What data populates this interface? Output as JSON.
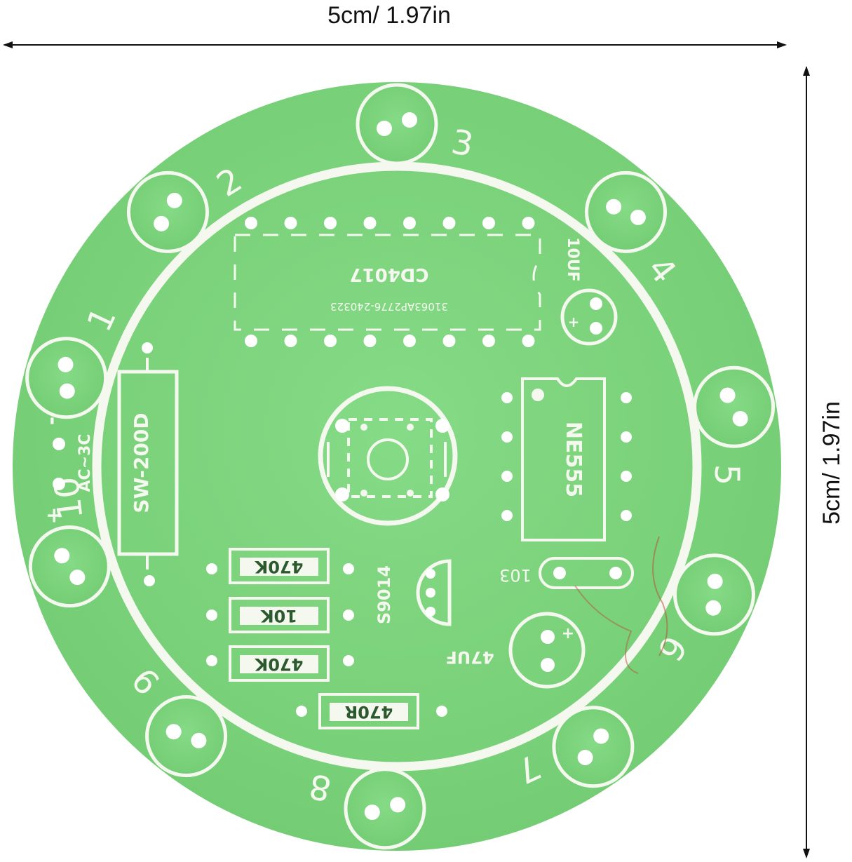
{
  "dimensions": {
    "width_label": "5cm/ 1.97in",
    "height_label": "5cm/ 1.97in"
  },
  "board": {
    "colors": {
      "pcb": "#80d77e",
      "pcb_inner": "#7fd47f",
      "silkscreen": "#f4f8ef",
      "pad_hole": "#ffffff",
      "pad_ring": "#d8f0d2"
    },
    "led_numbers": [
      "1",
      "2",
      "3",
      "4",
      "5",
      "6",
      "7",
      "8",
      "9",
      "10"
    ],
    "led_polarity": "+",
    "ic_counter": {
      "name": "CD4017",
      "code": "31063AP2776-240323"
    },
    "ic_timer": {
      "name": "NE555"
    },
    "capacitor_small": {
      "label": "10UF"
    },
    "capacitor_large": {
      "label": "47UF"
    },
    "ceramic_cap": {
      "label": "103"
    },
    "transistor": {
      "label": "S9014"
    },
    "switch": {
      "label": "SW-200D"
    },
    "resistors": [
      "470K",
      "10K",
      "470K",
      "470R"
    ],
    "power": {
      "label": "AC~3C",
      "plus": "+",
      "minus": "-"
    }
  }
}
